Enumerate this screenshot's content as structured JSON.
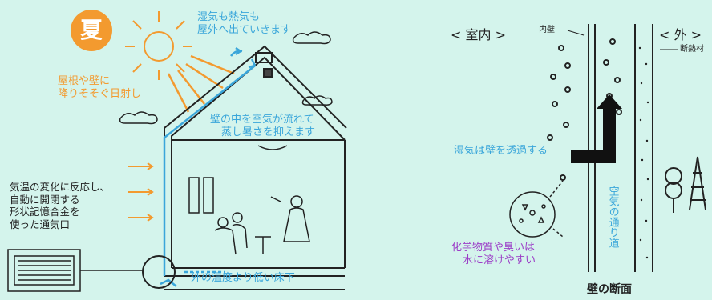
{
  "left": {
    "season": "夏",
    "sun_text": [
      "屋根や壁に",
      "降りそそぐ日射し"
    ],
    "humidity_out": [
      "湿気も熱気も",
      "屋外へ出ていきます"
    ],
    "wall_air": [
      "壁の中を空気が流れて",
      "蒸し暑さを抑えます"
    ],
    "vent_text": [
      "気温の変化に反応し、",
      "自動に開閉する",
      "形状記憶合金を",
      "使った通気口"
    ],
    "floor_text": "外の温度より低い床下"
  },
  "right": {
    "inside": "< 室内 >",
    "outside": "< 外 >",
    "inner_wall": "内壁",
    "insulation": "断熱材",
    "passes": "湿気は壁を透過する",
    "chem": [
      "化学物質や臭いは",
      "水に溶けやすい"
    ],
    "air_path": "空気の通り道",
    "section_title": "壁の断面"
  },
  "colors": {
    "background": "#d4f4ec",
    "orange": "#f39a2f",
    "blue": "#3aa6da",
    "purple": "#9b3dc7",
    "ink": "#222222"
  }
}
